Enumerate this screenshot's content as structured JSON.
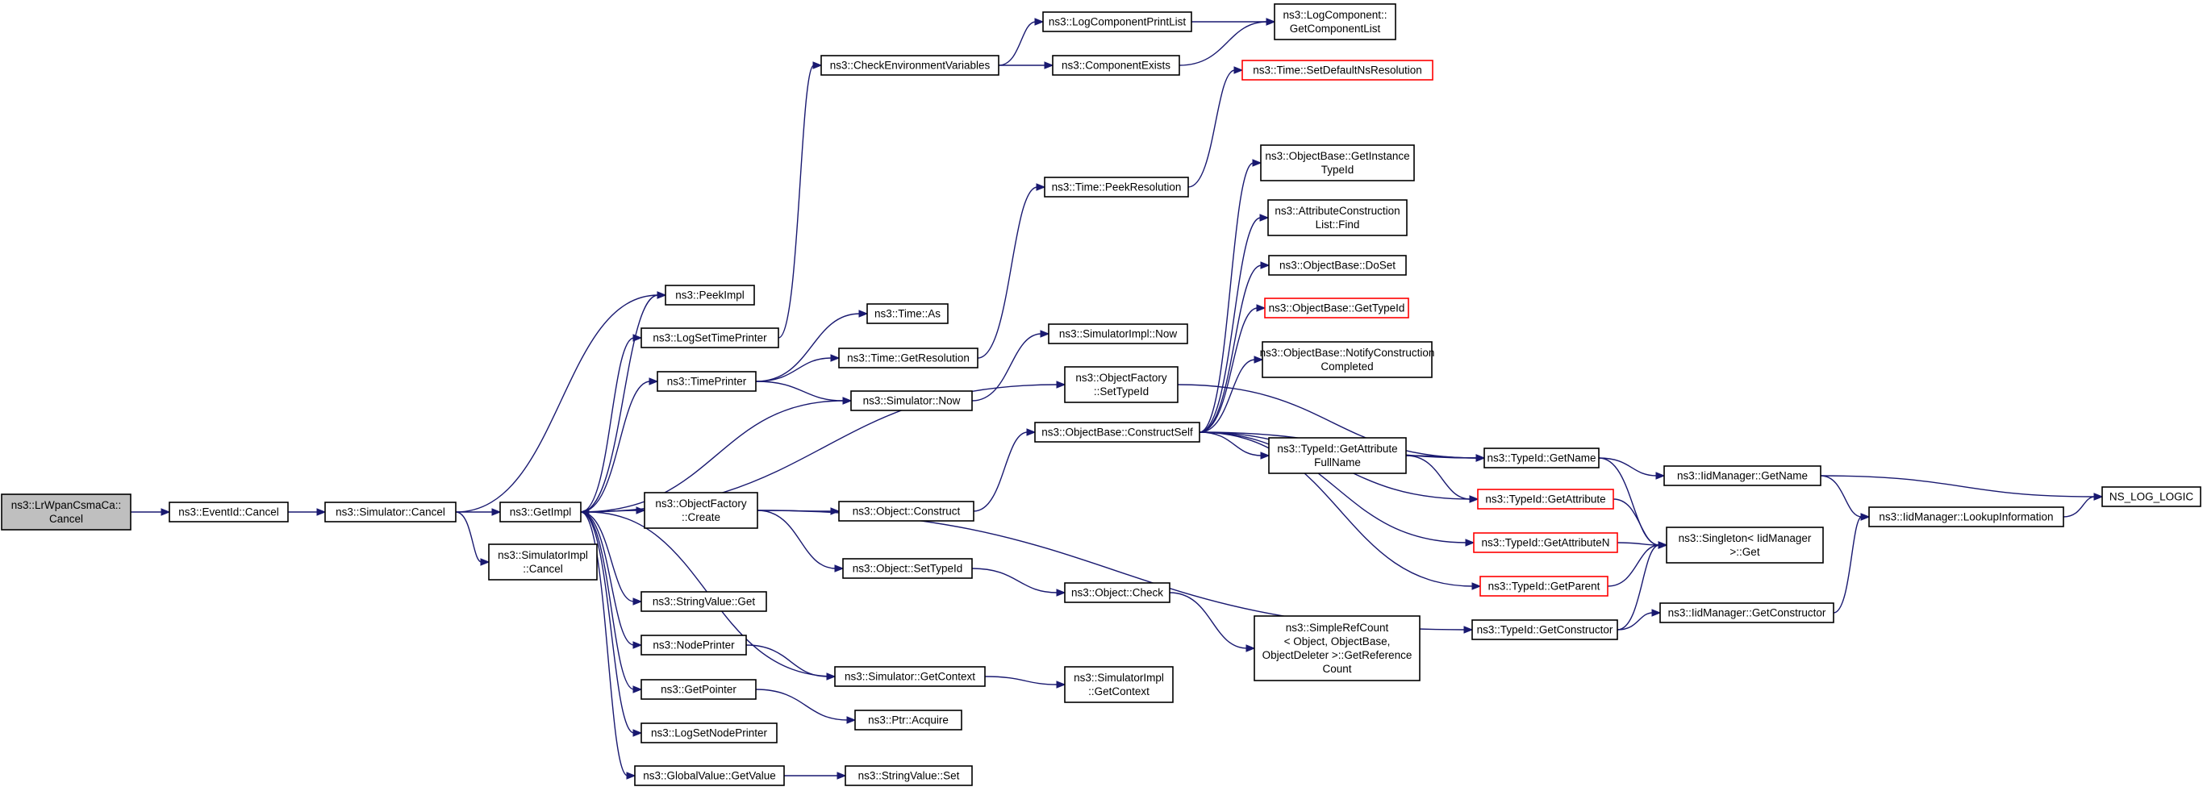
{
  "colors": {
    "node_border": "#000000",
    "node_border_truncated": "#ff0000",
    "root_fill": "#bfbfbf",
    "node_fill": "#ffffff",
    "edge": "#191970"
  },
  "nodes": [
    {
      "id": "root",
      "lines": [
        "ns3::LrWpanCsmaCa::",
        "Cancel"
      ],
      "root": true
    },
    {
      "id": "eventid_cancel",
      "lines": [
        "ns3::EventId::Cancel"
      ]
    },
    {
      "id": "sim_cancel",
      "lines": [
        "ns3::Simulator::Cancel"
      ]
    },
    {
      "id": "getimpl",
      "lines": [
        "ns3::GetImpl"
      ]
    },
    {
      "id": "simimpl_cancel",
      "lines": [
        "ns3::SimulatorImpl",
        "::Cancel"
      ]
    },
    {
      "id": "peekimpl",
      "lines": [
        "ns3::PeekImpl"
      ]
    },
    {
      "id": "logsettimeprinter",
      "lines": [
        "ns3::LogSetTimePrinter"
      ]
    },
    {
      "id": "timeprinter",
      "lines": [
        "ns3::TimePrinter"
      ]
    },
    {
      "id": "objfactory_create",
      "lines": [
        "ns3::ObjectFactory",
        "::Create"
      ]
    },
    {
      "id": "stringvalue_get",
      "lines": [
        "ns3::StringValue::Get"
      ]
    },
    {
      "id": "nodeprinter",
      "lines": [
        "ns3::NodePrinter"
      ]
    },
    {
      "id": "getpointer",
      "lines": [
        "ns3::GetPointer"
      ]
    },
    {
      "id": "logsetnodeprinter",
      "lines": [
        "ns3::LogSetNodePrinter"
      ]
    },
    {
      "id": "globalvalue_getvalue",
      "lines": [
        "ns3::GlobalValue::GetValue"
      ]
    },
    {
      "id": "checkenv",
      "lines": [
        "ns3::CheckEnvironmentVariables"
      ]
    },
    {
      "id": "time_as",
      "lines": [
        "ns3::Time::As"
      ]
    },
    {
      "id": "time_getresolution",
      "lines": [
        "ns3::Time::GetResolution"
      ]
    },
    {
      "id": "simulator_now",
      "lines": [
        "ns3::Simulator::Now"
      ]
    },
    {
      "id": "object_construct",
      "lines": [
        "ns3::Object::Construct"
      ]
    },
    {
      "id": "object_settypeid",
      "lines": [
        "ns3::Object::SetTypeId"
      ]
    },
    {
      "id": "sim_getcontext",
      "lines": [
        "ns3::Simulator::GetContext"
      ]
    },
    {
      "id": "ptr_acquire",
      "lines": [
        "ns3::Ptr::Acquire"
      ]
    },
    {
      "id": "stringvalue_set",
      "lines": [
        "ns3::StringValue::Set"
      ]
    },
    {
      "id": "logcompprintlist",
      "lines": [
        "ns3::LogComponentPrintList"
      ]
    },
    {
      "id": "componentexists",
      "lines": [
        "ns3::ComponentExists"
      ]
    },
    {
      "id": "time_peekresolution",
      "lines": [
        "ns3::Time::PeekResolution"
      ]
    },
    {
      "id": "simimpl_now",
      "lines": [
        "ns3::SimulatorImpl::Now"
      ]
    },
    {
      "id": "objfactory_settypeid",
      "lines": [
        "ns3::ObjectFactory",
        "::SetTypeId"
      ]
    },
    {
      "id": "objbase_constructself",
      "lines": [
        "ns3::ObjectBase::ConstructSelf"
      ]
    },
    {
      "id": "object_check",
      "lines": [
        "ns3::Object::Check"
      ]
    },
    {
      "id": "simimpl_getcontext",
      "lines": [
        "ns3::SimulatorImpl",
        "::GetContext"
      ]
    },
    {
      "id": "logcomp_getcomplist",
      "lines": [
        "ns3::LogComponent::",
        "GetComponentList"
      ]
    },
    {
      "id": "time_setdefaultns",
      "lines": [
        "ns3::Time::SetDefaultNsResolution"
      ],
      "truncated": true
    },
    {
      "id": "objbase_getinstancetypeid",
      "lines": [
        "ns3::ObjectBase::GetInstance",
        "TypeId"
      ]
    },
    {
      "id": "attrconstrlist_find",
      "lines": [
        "ns3::AttributeConstruction",
        "List::Find"
      ]
    },
    {
      "id": "objbase_doset",
      "lines": [
        "ns3::ObjectBase::DoSet"
      ]
    },
    {
      "id": "objbase_gettypeid",
      "lines": [
        "ns3::ObjectBase::GetTypeId"
      ],
      "truncated": true
    },
    {
      "id": "objbase_notify",
      "lines": [
        "ns3::ObjectBase::NotifyConstruction",
        "Completed"
      ]
    },
    {
      "id": "typeid_getattrfullname",
      "lines": [
        "ns3::TypeId::GetAttribute",
        "FullName"
      ]
    },
    {
      "id": "simplerefcount",
      "lines": [
        "ns3::SimpleRefCount",
        "< Object, ObjectBase,",
        "ObjectDeleter >::GetReference",
        "Count"
      ]
    },
    {
      "id": "typeid_getname",
      "lines": [
        "ns3::TypeId::GetName"
      ]
    },
    {
      "id": "typeid_getattribute",
      "lines": [
        "ns3::TypeId::GetAttribute"
      ],
      "truncated": true
    },
    {
      "id": "typeid_getattributen",
      "lines": [
        "ns3::TypeId::GetAttributeN"
      ],
      "truncated": true
    },
    {
      "id": "typeid_getparent",
      "lines": [
        "ns3::TypeId::GetParent"
      ],
      "truncated": true
    },
    {
      "id": "typeid_getconstructor",
      "lines": [
        "ns3::TypeId::GetConstructor"
      ]
    },
    {
      "id": "iidmanager_getname",
      "lines": [
        "ns3::IidManager::GetName"
      ]
    },
    {
      "id": "singleton_get",
      "lines": [
        "ns3::Singleton< IidManager",
        ">::Get"
      ]
    },
    {
      "id": "iidmanager_getconstructor",
      "lines": [
        "ns3::IidManager::GetConstructor"
      ]
    },
    {
      "id": "iidmanager_lookupinfo",
      "lines": [
        "ns3::IidManager::LookupInformation"
      ]
    },
    {
      "id": "ns_log_logic",
      "lines": [
        "NS_LOG_LOGIC"
      ]
    }
  ],
  "edges": [
    [
      "root",
      "eventid_cancel"
    ],
    [
      "eventid_cancel",
      "sim_cancel"
    ],
    [
      "sim_cancel",
      "getimpl"
    ],
    [
      "sim_cancel",
      "simimpl_cancel"
    ],
    [
      "sim_cancel",
      "peekimpl"
    ],
    [
      "getimpl",
      "peekimpl"
    ],
    [
      "getimpl",
      "logsettimeprinter"
    ],
    [
      "getimpl",
      "timeprinter"
    ],
    [
      "getimpl",
      "simulator_now"
    ],
    [
      "getimpl",
      "objfactory_settypeid"
    ],
    [
      "getimpl",
      "objfactory_create"
    ],
    [
      "getimpl",
      "stringvalue_get"
    ],
    [
      "getimpl",
      "nodeprinter"
    ],
    [
      "getimpl",
      "getpointer"
    ],
    [
      "getimpl",
      "logsetnodeprinter"
    ],
    [
      "getimpl",
      "globalvalue_getvalue"
    ],
    [
      "sim_getcontext",
      "getimpl"
    ],
    [
      "logsettimeprinter",
      "checkenv"
    ],
    [
      "checkenv",
      "logcompprintlist"
    ],
    [
      "checkenv",
      "componentexists"
    ],
    [
      "logcompprintlist",
      "logcomp_getcomplist"
    ],
    [
      "componentexists",
      "logcomp_getcomplist"
    ],
    [
      "timeprinter",
      "time_as"
    ],
    [
      "timeprinter",
      "time_getresolution"
    ],
    [
      "timeprinter",
      "simulator_now"
    ],
    [
      "time_getresolution",
      "time_peekresolution"
    ],
    [
      "time_peekresolution",
      "time_setdefaultns"
    ],
    [
      "simulator_now",
      "simimpl_now"
    ],
    [
      "objfactory_create",
      "object_construct"
    ],
    [
      "objfactory_create",
      "object_settypeid"
    ],
    [
      "objfactory_create",
      "typeid_getconstructor"
    ],
    [
      "object_construct",
      "objbase_constructself"
    ],
    [
      "object_settypeid",
      "object_check"
    ],
    [
      "object_check",
      "simplerefcount"
    ],
    [
      "nodeprinter",
      "sim_getcontext"
    ],
    [
      "sim_getcontext",
      "simimpl_getcontext"
    ],
    [
      "getpointer",
      "ptr_acquire"
    ],
    [
      "globalvalue_getvalue",
      "stringvalue_set"
    ],
    [
      "objfactory_settypeid",
      "typeid_getname"
    ],
    [
      "objbase_constructself",
      "objbase_getinstancetypeid"
    ],
    [
      "objbase_constructself",
      "attrconstrlist_find"
    ],
    [
      "objbase_constructself",
      "objbase_doset"
    ],
    [
      "objbase_constructself",
      "objbase_gettypeid"
    ],
    [
      "objbase_constructself",
      "objbase_notify"
    ],
    [
      "objbase_constructself",
      "typeid_getname"
    ],
    [
      "objbase_constructself",
      "typeid_getattrfullname"
    ],
    [
      "objbase_constructself",
      "typeid_getattribute"
    ],
    [
      "objbase_constructself",
      "typeid_getattributen"
    ],
    [
      "objbase_constructself",
      "typeid_getparent"
    ],
    [
      "typeid_getattrfullname",
      "typeid_getname"
    ],
    [
      "typeid_getattrfullname",
      "typeid_getattribute"
    ],
    [
      "typeid_getname",
      "iidmanager_getname"
    ],
    [
      "typeid_getname",
      "singleton_get"
    ],
    [
      "typeid_getattribute",
      "singleton_get"
    ],
    [
      "typeid_getattributen",
      "singleton_get"
    ],
    [
      "typeid_getparent",
      "singleton_get"
    ],
    [
      "typeid_getconstructor",
      "singleton_get"
    ],
    [
      "typeid_getconstructor",
      "iidmanager_getconstructor"
    ],
    [
      "iidmanager_getname",
      "iidmanager_lookupinfo"
    ],
    [
      "iidmanager_getname",
      "ns_log_logic"
    ],
    [
      "iidmanager_lookupinfo",
      "ns_log_logic"
    ],
    [
      "iidmanager_getconstructor",
      "iidmanager_lookupinfo"
    ]
  ]
}
